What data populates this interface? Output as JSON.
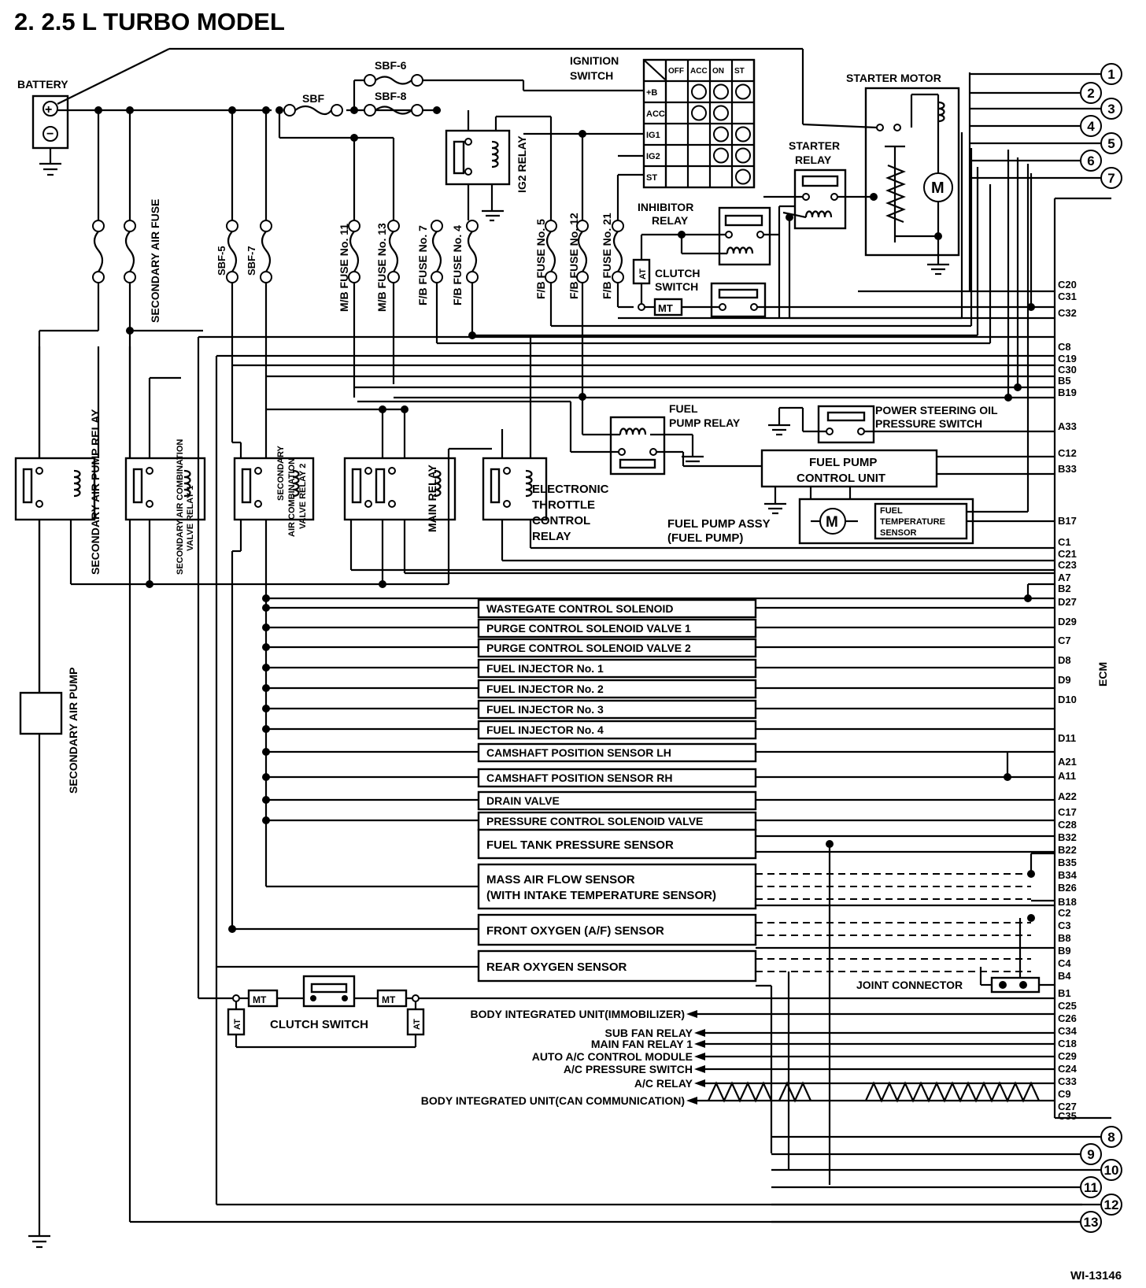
{
  "title": "2.  2.5 L TURBO MODEL",
  "figure_id": "WI-13146",
  "top_labels": {
    "battery": "BATTERY",
    "sbf": "SBF",
    "sbf6": "SBF-6",
    "sbf8": "SBF-8",
    "ignition_switch": [
      "IGNITION",
      "SWITCH"
    ],
    "starter_motor": "STARTER MOTOR",
    "starter_relay": [
      "STARTER",
      "RELAY"
    ],
    "inhibitor_relay": [
      "INHIBITOR",
      "RELAY"
    ],
    "clutch_switch_top": [
      "CLUTCH",
      "SWITCH"
    ],
    "ig2_relay": "IG2 RELAY",
    "at": "AT",
    "mt": "MT",
    "motor": "M"
  },
  "ignition_table": {
    "columns": [
      "OFF",
      "ACC",
      "ON",
      "ST"
    ],
    "rows": [
      "+B",
      "ACC",
      "IG1",
      "IG2",
      "ST"
    ]
  },
  "vertical_labels": {
    "secondary_air_fuse": "SECONDARY AIR FUSE",
    "sbf5": "SBF-5",
    "sbf7": "SBF-7",
    "mb11": "M/B FUSE No. 11",
    "mb13": "M/B FUSE No. 13",
    "fb7": "F/B FUSE No. 7",
    "fb4": "F/B FUSE No. 4",
    "fb5": "F/B FUSE No. 5",
    "fb12": "F/B FUSE No. 12",
    "fb21": "F/B FUSE No. 21",
    "sec_air_pump_relay": "SECONDARY AIR PUMP RELAY",
    "sec_air_comb_relay1": [
      "SECONDARY AIR COMBINATION",
      "VALVE RELAY 1"
    ],
    "sec_air_comb_relay2": [
      "SECONDARY",
      "AIR COMBINATION",
      "VALVE RELAY 2"
    ],
    "main_relay": "MAIN RELAY",
    "sec_air_pump": "SECONDARY AIR PUMP",
    "ecm": "ECM"
  },
  "middle_labels": {
    "fuel_pump_relay": [
      "FUEL",
      "PUMP RELAY"
    ],
    "ps_switch": [
      "POWER STEERING OIL",
      "PRESSURE SWITCH"
    ],
    "fpcu": [
      "FUEL PUMP",
      "CONTROL UNIT"
    ],
    "etc_relay": [
      "ELECTRONIC",
      "THROTTLE",
      "CONTROL",
      "RELAY"
    ],
    "fuel_pump_assy": [
      "FUEL PUMP ASSY",
      "(FUEL PUMP)"
    ],
    "fuel_temp_sensor": [
      "FUEL",
      "TEMPERATURE",
      "SENSOR"
    ]
  },
  "components": [
    "WASTEGATE CONTROL SOLENOID",
    "PURGE CONTROL SOLENOID VALVE 1",
    "PURGE CONTROL SOLENOID VALVE 2",
    "FUEL INJECTOR No. 1",
    "FUEL INJECTOR No. 2",
    "FUEL INJECTOR No. 3",
    "FUEL INJECTOR No. 4",
    "CAMSHAFT POSITION SENSOR LH",
    "CAMSHAFT POSITION SENSOR RH",
    "DRAIN VALVE",
    "PRESSURE CONTROL SOLENOID VALVE"
  ],
  "large_components": {
    "fuel_tank": "FUEL TANK PRESSURE SENSOR",
    "maf": [
      "MASS AIR FLOW SENSOR",
      "(WITH INTAKE TEMPERATURE SENSOR)"
    ],
    "front_o2": "FRONT OXYGEN (A/F) SENSOR",
    "rear_o2": "REAR OXYGEN SENSOR",
    "joint_connector": "JOINT CONNECTOR",
    "clutch_switch_bottom": "CLUTCH SWITCH"
  },
  "bottom_outputs": [
    "BODY INTEGRATED UNIT(IMMOBILIZER)",
    "SUB FAN RELAY",
    "MAIN FAN RELAY 1",
    "AUTO A/C CONTROL MODULE",
    "A/C PRESSURE SWITCH",
    "A/C RELAY",
    "BODY INTEGRATED UNIT(CAN COMMUNICATION)"
  ],
  "ecm_pins": [
    "C20",
    "C31",
    "C32",
    "C8",
    "C19",
    "C30",
    "B5",
    "B19",
    "A33",
    "C12",
    "B33",
    "B17",
    "C1",
    "C21",
    "C23",
    "A7",
    "B2",
    "D27",
    "D29",
    "C7",
    "D8",
    "D9",
    "D10",
    "D11",
    "A21",
    "A11",
    "A22",
    "C17",
    "C28",
    "B32",
    "B22",
    "B35",
    "B34",
    "B26",
    "B18",
    "C2",
    "C3",
    "B8",
    "B9",
    "C4",
    "B4",
    "B1",
    "C25",
    "C26",
    "C34",
    "C18",
    "C29",
    "C24",
    "C33",
    "C9",
    "C27",
    "C35"
  ],
  "connector_numbers": [
    "1",
    "2",
    "3",
    "4",
    "5",
    "6",
    "7",
    "8",
    "9",
    "10",
    "11",
    "12",
    "13"
  ]
}
